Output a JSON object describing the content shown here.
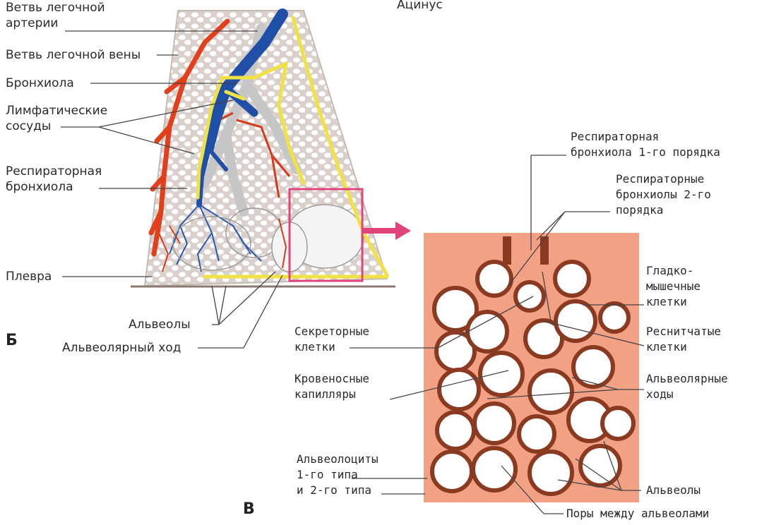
{
  "colors": {
    "artery": "#e2401c",
    "vein": "#1f4fa6",
    "lymph": "#f0e245",
    "tissue": "#dcd3ce",
    "panel_bg": "#f2a184",
    "alveolus_wall": "#8b3a22",
    "highlight": "#e0447a"
  },
  "top_title": "Ацинус",
  "panel_b": {
    "letter": "Б",
    "labels": {
      "artery_branch_1": "Ветвь легочной",
      "artery_branch_2": "артерии",
      "vein_branch": "Ветвь легочной вены",
      "bronchiole": "Бронхиола",
      "lymph_1": "Лимфатические",
      "lymph_2": "сосуды",
      "resp_bronchiole_1": "Респираторная",
      "resp_bronchiole_2": "бронхиола",
      "pleura": "Плевра",
      "alveoli": "Альвеолы",
      "alveolar_duct": "Альвеолярный ход"
    }
  },
  "panel_v": {
    "letter": "В",
    "labels": {
      "resp_bronchiole_1st_1": "Респираторная",
      "resp_bronchiole_1st_2": "бронхиола 1-го порядка",
      "resp_bronchioles_2nd_1": "Респираторные",
      "resp_bronchioles_2nd_2": "бронхиолы 2-го",
      "resp_bronchioles_2nd_3": "порядка",
      "smooth_muscle_1": "Гладко-",
      "smooth_muscle_2": "мышечные",
      "smooth_muscle_3": "клетки",
      "secretory_1": "Секреторные",
      "secretory_2": "клетки",
      "ciliated_1": "Реснитчатые",
      "ciliated_2": "клетки",
      "capillaries_1": "Кровеносные",
      "capillaries_2": "капилляры",
      "alveolar_ducts_1": "Альвеолярные",
      "alveolar_ducts_2": "ходы",
      "alveolocytes_1": "Альвеолоциты",
      "alveolocytes_2": "1-го типа",
      "alveolocytes_3": "и 2-го типа",
      "alveoli": "Альвеолы",
      "pores": "Поры между альвеолами"
    }
  }
}
